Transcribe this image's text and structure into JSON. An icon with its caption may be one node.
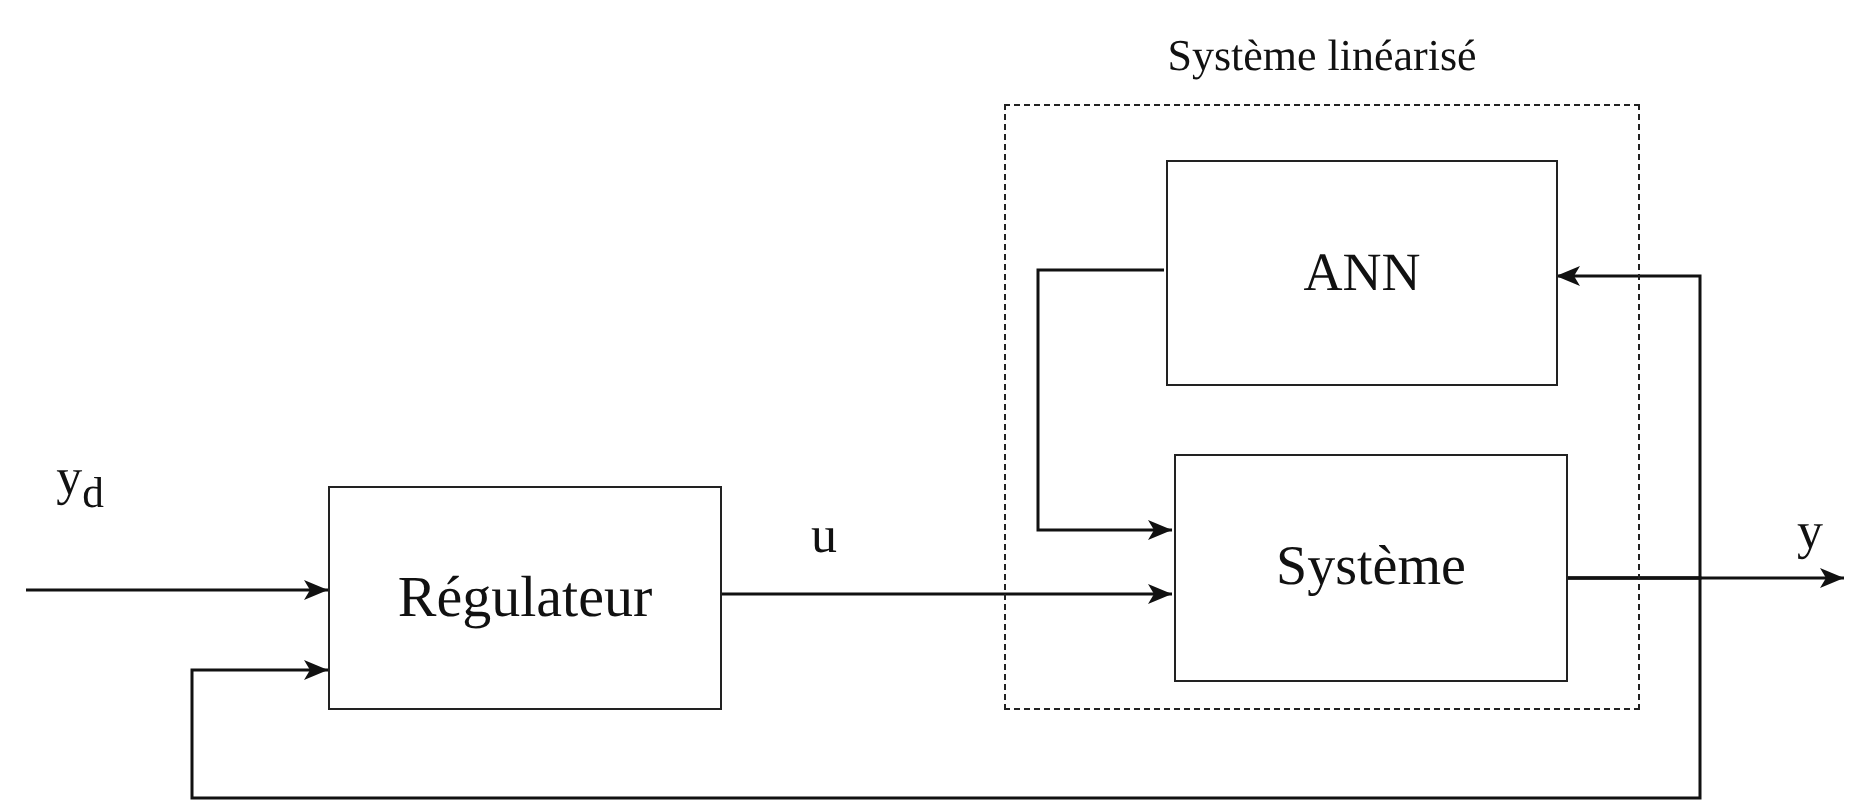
{
  "diagram": {
    "nodes": [
      {
        "text": [
          "Système linéarisé"
        ]
      },
      {
        "text": [
          "ANN"
        ],
        "in": 0
      },
      {
        "text": [
          "Système"
        ],
        "in": 0
      },
      {
        "text": [
          "Régulateur"
        ]
      }
    ],
    "edges": [
      {
        "from": null,
        "to": 3,
        "arrow": "to",
        "label": "y$_{d}$"
      },
      {
        "from": 3,
        "to": 2,
        "arrow": "to",
        "label": "u"
      },
      {
        "from": 1,
        "to": 2,
        "arrow": "to"
      },
      {
        "from": 2,
        "to": null,
        "arrow": "to",
        "label": "y"
      },
      {
        "from": 2,
        "to": 1,
        "arrow": "to"
      },
      {
        "from": 2,
        "to": 3,
        "arrow": "to"
      }
    ]
  }
}
